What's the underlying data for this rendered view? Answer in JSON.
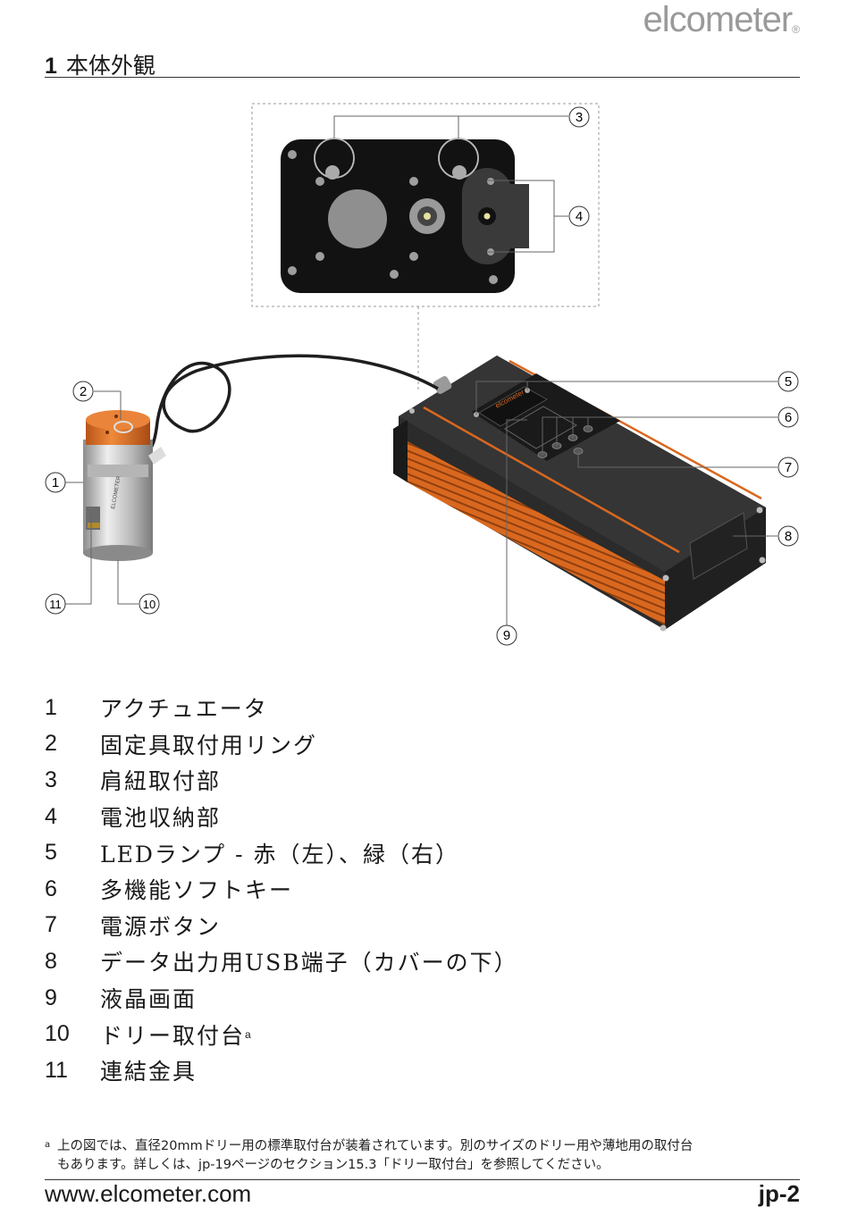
{
  "header": {
    "logo": "elcometer",
    "logo_mark": "®",
    "section_number": "1",
    "section_title": "本体外観"
  },
  "device": {
    "screen_brand": "elcometer"
  },
  "callouts": [
    "3",
    "4",
    "2",
    "5",
    "6",
    "1",
    "7",
    "8",
    "11",
    "10",
    "9"
  ],
  "legend": [
    {
      "num": "1",
      "text": "アクチュエータ"
    },
    {
      "num": "2",
      "text": "固定具取付用リング"
    },
    {
      "num": "3",
      "text": "肩紐取付部"
    },
    {
      "num": "4",
      "text": "電池収納部"
    },
    {
      "num": "5",
      "text": "LEDランプ - 赤（左）、緑（右）"
    },
    {
      "num": "6",
      "text": "多機能ソフトキー"
    },
    {
      "num": "7",
      "text": "電源ボタン"
    },
    {
      "num": "8",
      "text": "データ出力用USB端子（カバーの下）"
    },
    {
      "num": "9",
      "text": "液晶画面"
    },
    {
      "num": "10",
      "text": "ドリー取付台",
      "sup": "a"
    },
    {
      "num": "11",
      "text": "連結金具"
    }
  ],
  "footnote": {
    "mark": "a",
    "line1": "上の図では、直径20mmドリー用の標準取付台が装着されています。別のサイズのドリー用や薄地用の取付台",
    "line2": "もあります。詳しくは、jp-19ページのセクション15.3「ドリー取付台」を参照してください。"
  },
  "footer": {
    "url": "www.elcometer.com",
    "page": "jp-2"
  },
  "colors": {
    "accent_orange": "#d9681f",
    "body_dark": "#2b2b2b",
    "text": "#1a1a1a"
  }
}
